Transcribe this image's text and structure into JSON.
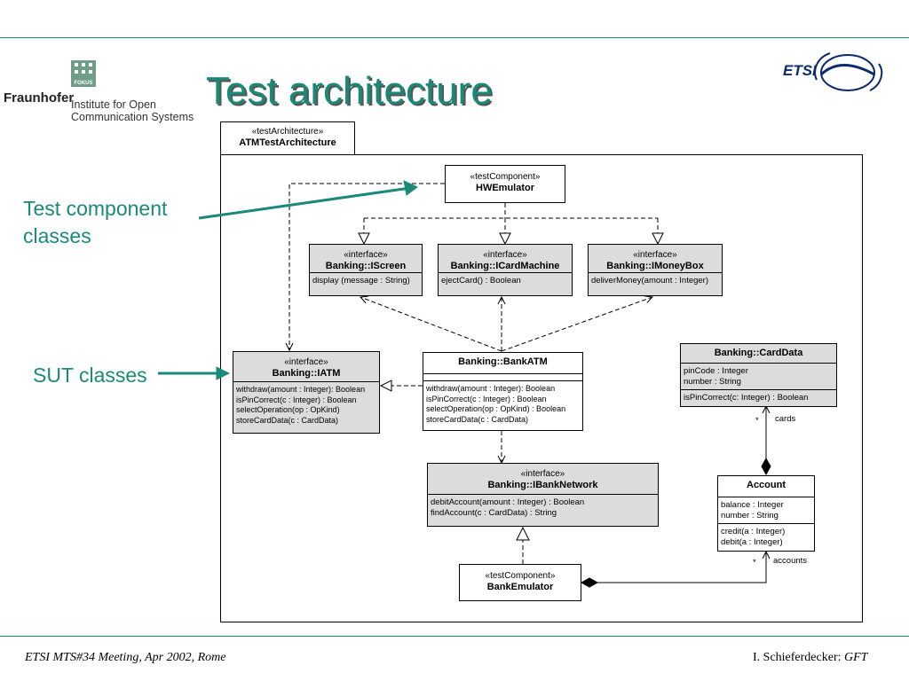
{
  "slide": {
    "title": "Test architecture",
    "footer_left": "ETSI MTS#34 Meeting, Apr 2002, Rome",
    "footer_right_author": "I. Schieferdecker: ",
    "footer_right_org": "GFT"
  },
  "logos": {
    "fraunhofer": "Fraunhofer",
    "institute_line1": "Institute for Open",
    "institute_line2": "Communication Systems",
    "fokus": "FOKUS",
    "etsi": "ETSI"
  },
  "labels": {
    "test_component": [
      "Test component",
      "classes"
    ],
    "sut": "SUT classes"
  },
  "colors": {
    "accent": "#1a8a78",
    "box_fill": "#dcdcdc"
  },
  "diagram": {
    "architecture": {
      "stereotype": "«testArchitecture»",
      "name": "ATMTestArchitecture"
    },
    "hwemulator": {
      "stereotype": "«testComponent»",
      "name": "HWEmulator"
    },
    "iscreen": {
      "stereotype": "«interface»",
      "name": "Banking::IScreen",
      "ops": [
        "display (message : String)"
      ]
    },
    "icardmachine": {
      "stereotype": "«interface»",
      "name": "Banking::ICardMachine",
      "ops": [
        "ejectCard() : Boolean"
      ]
    },
    "imoneybox": {
      "stereotype": "«interface»",
      "name": "Banking::IMoneyBox",
      "ops": [
        "deliverMoney(amount : Integer)"
      ]
    },
    "iatm": {
      "stereotype": "«interface»",
      "name": "Banking::IATM",
      "ops": [
        "withdraw(amount : Integer): Boolean",
        "isPinCorrect(c : Integer) : Boolean",
        "selectOperation(op : OpKind)",
        "storeCardData(c : CardData)"
      ]
    },
    "bankatm": {
      "name": "Banking::BankATM",
      "ops": [
        "withdraw(amount : Integer): Boolean",
        "isPinCorrect(c : Integer) : Boolean",
        "selectOperation(op : OpKind) : Boolean",
        "storeCardData(c : CardData)"
      ]
    },
    "carddata": {
      "name": "Banking::CardData",
      "attrs": [
        "pinCode : Integer",
        "number : String"
      ],
      "ops": [
        "isPinCorrect(c: Integer) : Boolean"
      ]
    },
    "ibanknetwork": {
      "stereotype": "«interface»",
      "name": "Banking::IBankNetwork",
      "ops": [
        "debitAccount(amount : Integer) : Boolean",
        "findAccount(c : CardData) : String"
      ]
    },
    "account": {
      "name": "Account",
      "attrs": [
        "balance : Integer",
        "number : String"
      ],
      "ops": [
        "credit(a : Integer)",
        "debit(a : Integer)"
      ]
    },
    "bankemulator": {
      "stereotype": "«testComponent»",
      "name": "BankEmulator"
    },
    "assoc_cards": {
      "mult": "*",
      "role": "cards"
    },
    "assoc_accounts": {
      "mult": "*",
      "role": "accounts"
    }
  }
}
